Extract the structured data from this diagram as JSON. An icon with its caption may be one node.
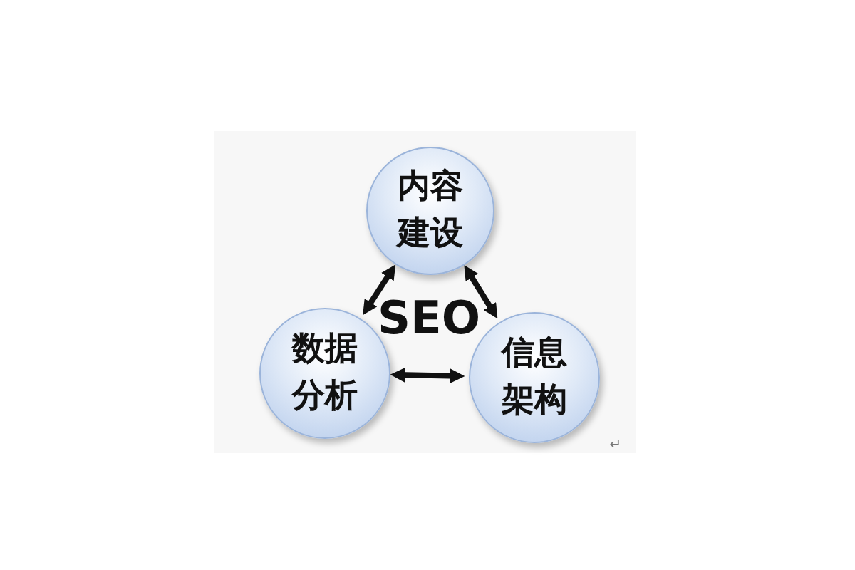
{
  "diagram": {
    "nodes": [
      {
        "text": [
          "内容建设"
        ]
      },
      {
        "text": [
          "数据分析"
        ]
      },
      {
        "text": [
          "信息架构"
        ]
      }
    ],
    "edges": [
      {
        "from": 0,
        "to": 1,
        "arrow": "both"
      },
      {
        "from": 0,
        "to": 2,
        "arrow": "both"
      },
      {
        "from": 1,
        "to": 2,
        "arrow": "both"
      }
    ],
    "labels": [
      "SEO",
      "↵"
    ]
  }
}
